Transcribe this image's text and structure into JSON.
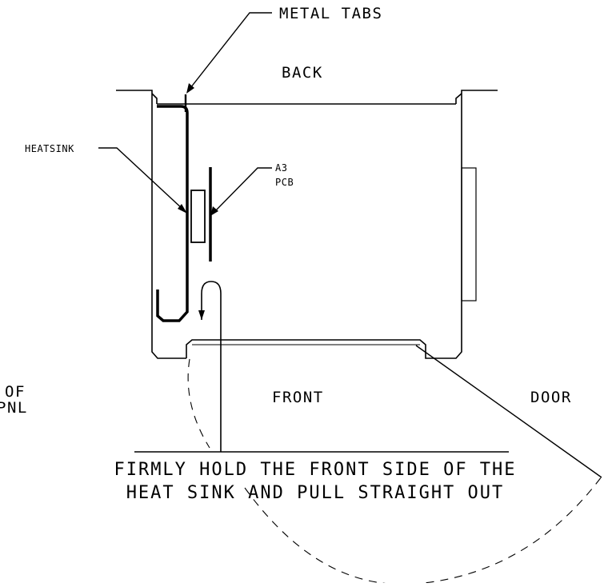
{
  "labels": {
    "metal_tabs": "METAL TABS",
    "back": "BACK",
    "heatsink": "HEATSINK",
    "a3": "A3",
    "pcb": "PCB",
    "front": "FRONT",
    "door": "DOOR",
    "left_of": "OF",
    "left_pnl": "PNL"
  },
  "instruction": {
    "line1": "FIRMLY HOLD THE FRONT SIDE OF THE",
    "line2": "HEAT SINK AND PULL STRAIGHT OUT"
  }
}
